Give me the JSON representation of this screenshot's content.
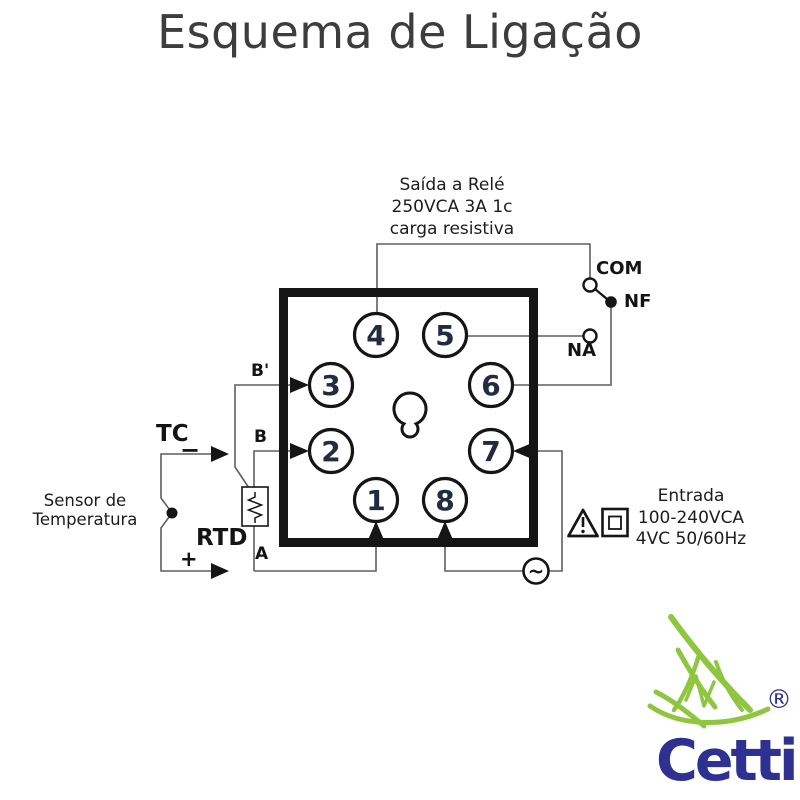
{
  "title": "Esquema de Ligação",
  "relay_output": {
    "line1": "Saída a Relé",
    "line2": "250VCA 3A 1c",
    "line3": "carga resistiva"
  },
  "relay_contacts": {
    "com": "COM",
    "nf": "NF",
    "na": "NA"
  },
  "sensor": {
    "tc_label": "TC",
    "rtd_label": "RTD",
    "minus": "−",
    "plus": "+",
    "name_line1": "Sensor de",
    "name_line2": "Temperatura",
    "terminal_b_prime": "B'",
    "terminal_b": "B",
    "terminal_a": "A"
  },
  "power_input": {
    "line1": "Entrada",
    "line2": "100-240VCA",
    "line3": "4VC 50/60Hz"
  },
  "socket": {
    "pins": [
      "1",
      "2",
      "3",
      "4",
      "5",
      "6",
      "7",
      "8"
    ]
  },
  "ac_source_symbol": "~",
  "icons": {
    "warning": "warning-triangle-icon",
    "class_ii": "class-ii-insulation-icon",
    "ac_source": "ac-source-icon",
    "keyhole": "socket-keyhole-icon"
  },
  "logo": {
    "brand": "Cetti",
    "registered": "®"
  },
  "colors": {
    "line_black": "#151515",
    "wire_gray": "#5f5f5f",
    "title_gray": "#3d3d3d",
    "brand_navy": "#2E3192",
    "brand_green": "#8FC640"
  }
}
